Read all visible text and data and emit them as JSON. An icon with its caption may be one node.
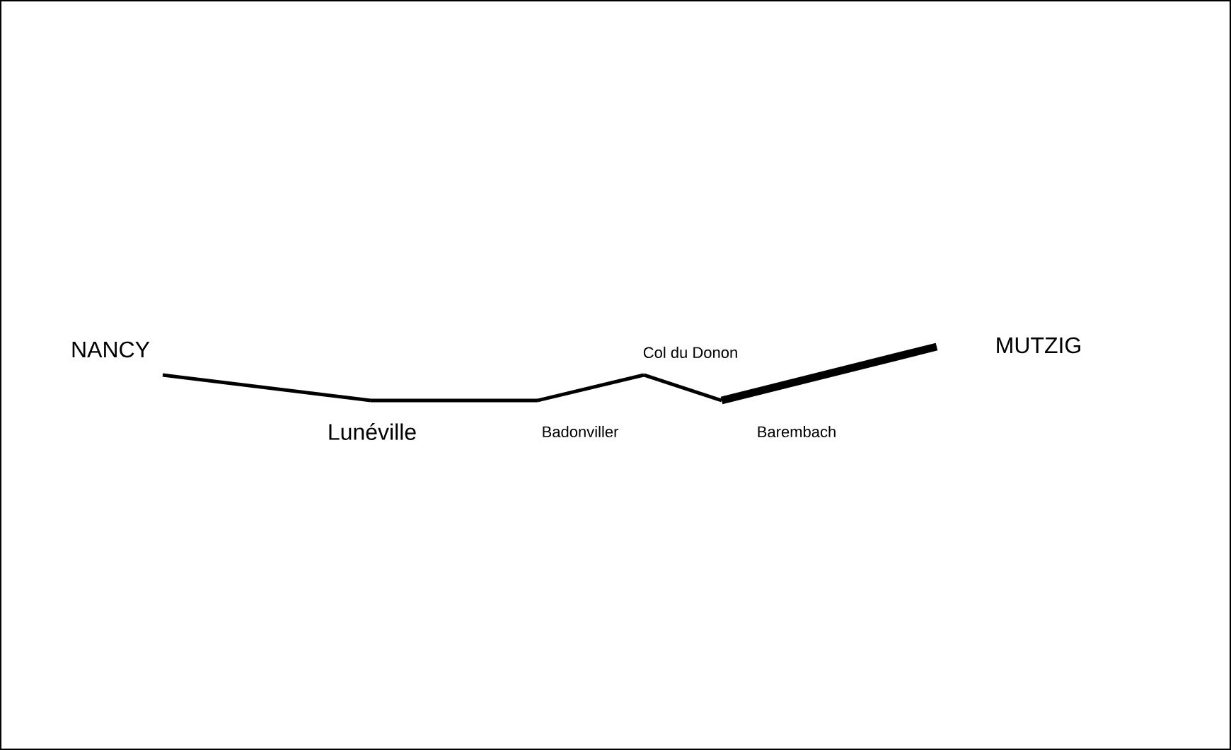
{
  "diagram": {
    "nodes": [
      {
        "text": [
          "NANCY"
        ]
      },
      {
        "text": [
          "Lunéville"
        ]
      },
      {
        "text": [
          "Badonviller"
        ]
      },
      {
        "text": [
          "Col du Donon"
        ]
      },
      {
        "text": [
          "Barembach"
        ]
      },
      {
        "text": [
          "MUTZIG"
        ]
      }
    ],
    "edges": [
      {
        "from": 0,
        "to": 1,
        "arrow": "none"
      },
      {
        "from": 1,
        "to": 2,
        "arrow": "none"
      },
      {
        "from": 2,
        "to": 3,
        "arrow": "none"
      },
      {
        "from": 3,
        "to": 4,
        "arrow": "none"
      },
      {
        "from": 4,
        "to": 5,
        "arrow": "none",
        "style": "thick"
      }
    ]
  }
}
